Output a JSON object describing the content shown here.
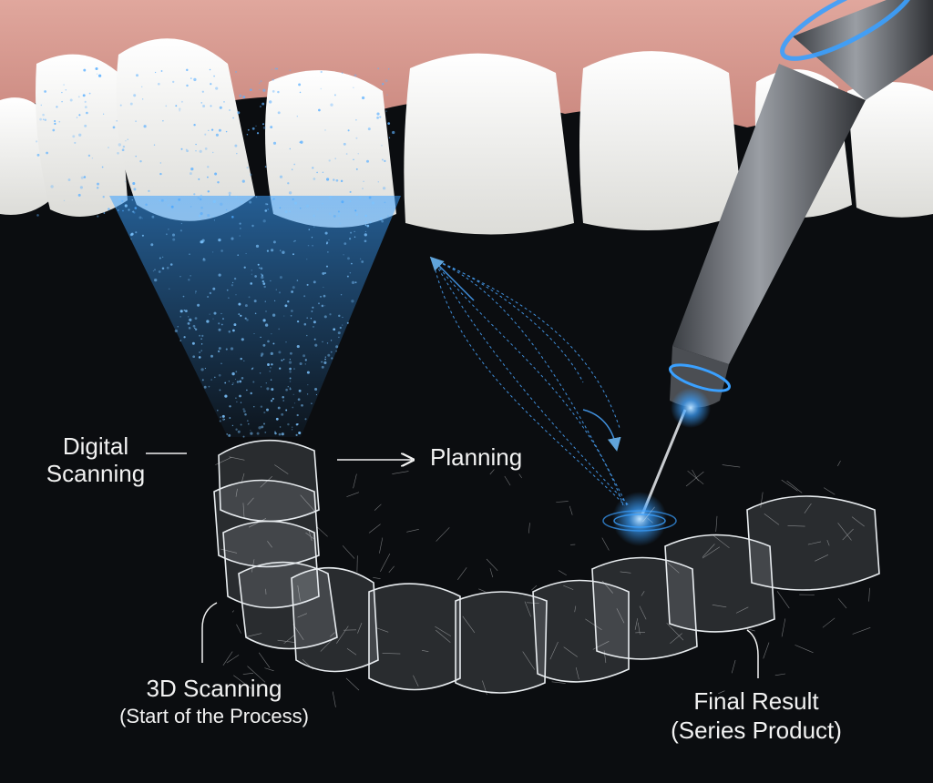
{
  "labels": {
    "digital_scanning": {
      "line1": "Digital",
      "line2": "Scanning"
    },
    "planning": "Planning",
    "scanning_3d": {
      "title": "3D Scanning",
      "subtitle": "(Start of the Process)"
    },
    "final_result": {
      "title": "Final Result",
      "subtitle": "(Series Product)"
    }
  },
  "colors": {
    "background": "#0b0d10",
    "gum": "#d9958c",
    "tooth": "#f4f4f2",
    "scan_blue": "#3aa0ff",
    "tool_steel": "#6b6e73",
    "aligner": "#e8ecef",
    "label_text": "#f2f2f2"
  },
  "icons": [
    "dental-scanner-wand-icon",
    "arrow-right-icon"
  ]
}
